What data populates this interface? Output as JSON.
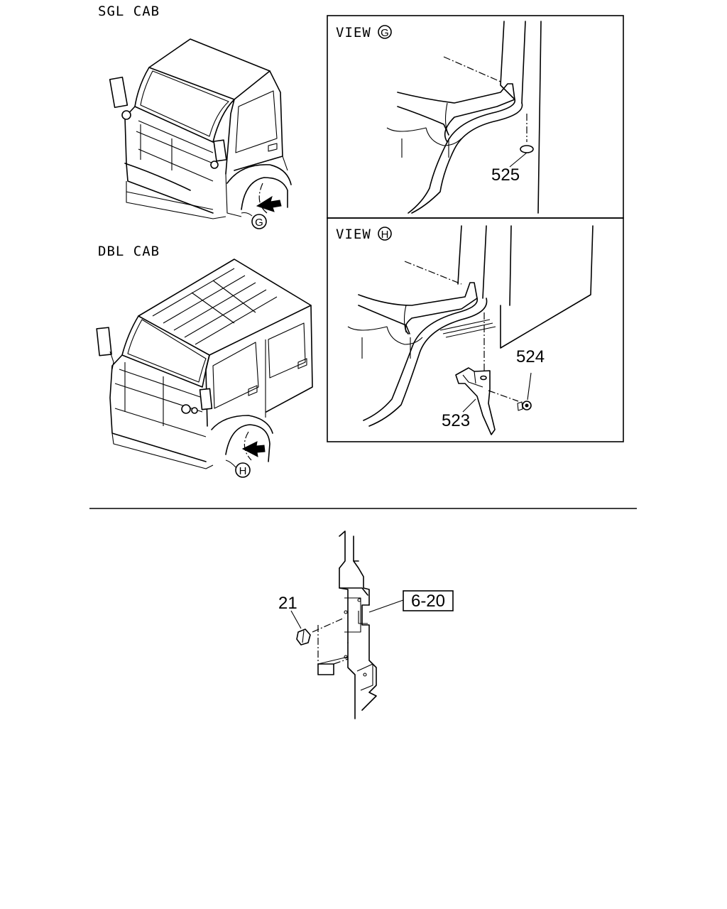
{
  "labels": {
    "sgl_cab": "SGL CAB",
    "dbl_cab": "DBL CAB",
    "view_g": "VIEW",
    "view_g_letter": "G",
    "view_h": "VIEW",
    "view_h_letter": "H",
    "callout_g": "G",
    "callout_h": "H"
  },
  "parts": {
    "p525": "525",
    "p524": "524",
    "p523": "523",
    "p21": "21",
    "ref": "6-20"
  }
}
